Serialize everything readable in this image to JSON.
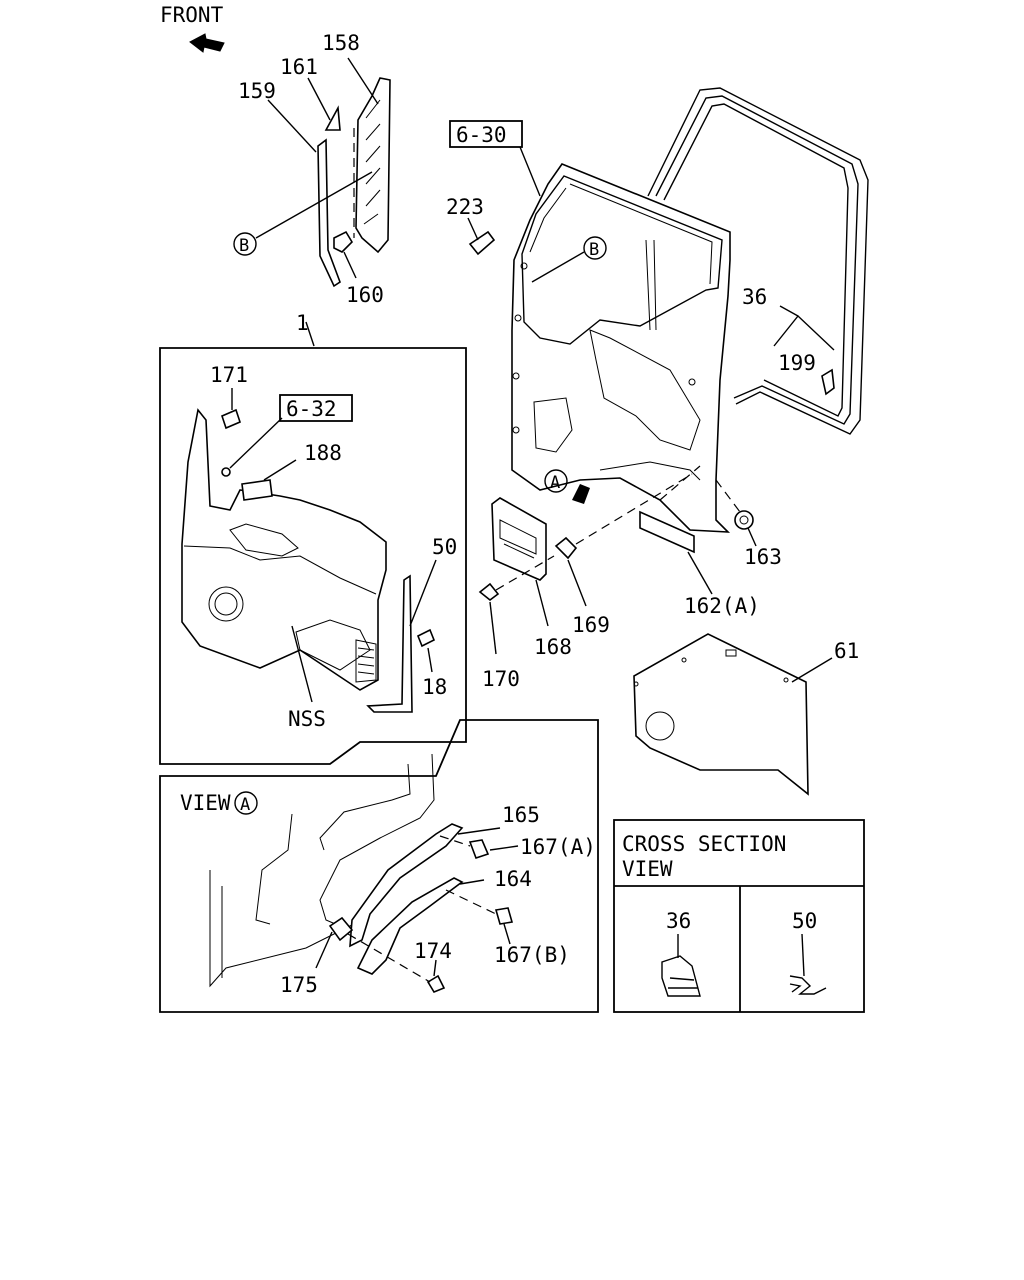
{
  "front_label": "FRONT",
  "ref_boxes": {
    "ref_6_30": "6-30",
    "ref_6_32": "6-32"
  },
  "callouts": {
    "c1": "1",
    "c18": "18",
    "c36": "36",
    "c50": "50",
    "c61": "61",
    "c158": "158",
    "c159": "159",
    "c160": "160",
    "c161": "161",
    "c162a": "162(A)",
    "c163": "163",
    "c164": "164",
    "c165": "165",
    "c167a": "167(A)",
    "c167b": "167(B)",
    "c168": "168",
    "c169": "169",
    "c170": "170",
    "c171": "171",
    "c174": "174",
    "c175": "175",
    "c188": "188",
    "c199": "199",
    "c223": "223",
    "nss": "NSS"
  },
  "circle_refs": {
    "a": "A",
    "b": "B"
  },
  "view_a": {
    "prefix": "VIEW",
    "ref": "A"
  },
  "cross_section": {
    "title_line1": "CROSS SECTION",
    "title_line2": "VIEW",
    "cell1_label": "36",
    "cell2_label": "50"
  }
}
